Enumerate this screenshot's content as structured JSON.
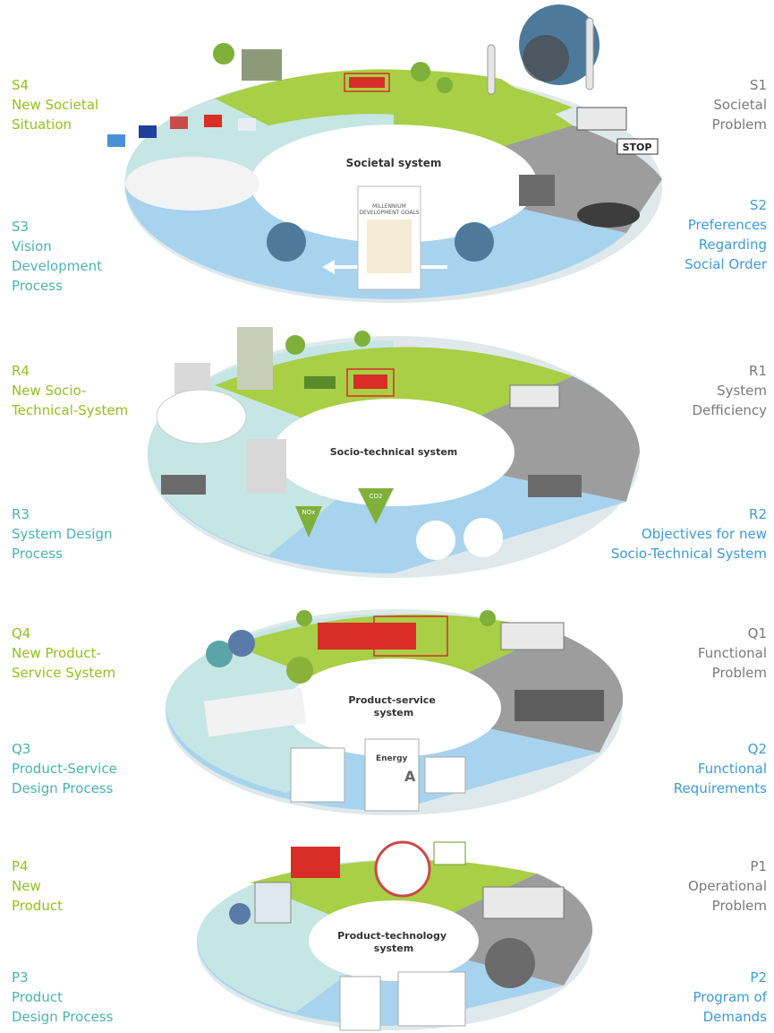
{
  "rings": [
    {
      "title": "Societal system",
      "labels": {
        "q4": "S4\nNew Societal\nSituation",
        "q1": "S1\nSocietal\nProblem",
        "q2": "S2\nPreferences\nRegarding\nSocial Order",
        "q3": "S3\nVision\nDevelopment\nProcess"
      },
      "poster_title": "MILLENNIUM\nDEVELOPMENT GOALS",
      "sign_text": "STOP"
    },
    {
      "title": "Socio-technical system",
      "labels": {
        "q4": "R4\nNew Socio-\nTechnical-System",
        "q1": "R1\nSystem\nDefficiency",
        "q2": "R2\nObjectives for new\nSocio-Technical System",
        "q3": "R3\nSystem Design\nProcess"
      },
      "arrow_labels": [
        "NOx",
        "CO2"
      ]
    },
    {
      "title": "Product-service\nsystem",
      "labels": {
        "q4": "Q4\nNew Product-\nService System",
        "q1": "Q1\nFunctional\nProblem",
        "q2": "Q2\nFunctional\nRequirements",
        "q3": "Q3\nProduct-Service\nDesign Process"
      },
      "energy_label": "Energy",
      "energy_grade": "A"
    },
    {
      "title": "Product-technology\nsystem",
      "labels": {
        "q4": "P4\nNew\nProduct",
        "q1": "P1\nOperational\nProblem",
        "q2": "P2\nProgram of\nDemands",
        "q3": "P3\nProduct\nDesign Process"
      }
    }
  ],
  "colors": {
    "green": "#93c01f",
    "teal": "#4bb3b0",
    "grey": "#7a7a7a",
    "blue": "#3f9ad8",
    "ring_green": "#a8cf45",
    "ring_grey": "#9d9d9d",
    "ring_blue": "#a7d3ee",
    "ring_teal": "#c5e6e4",
    "accent_red": "#d92d27"
  }
}
